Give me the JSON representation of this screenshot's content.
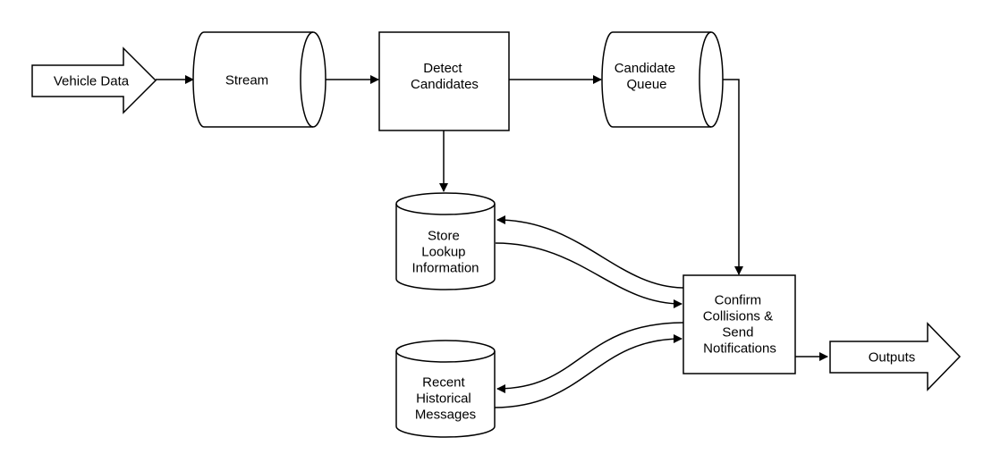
{
  "nodes": {
    "vehicle_data": {
      "label": [
        "Vehicle Data"
      ]
    },
    "stream": {
      "label": [
        "Stream"
      ]
    },
    "detect_candidates": {
      "label": [
        "Detect",
        "Candidates"
      ]
    },
    "candidate_queue": {
      "label": [
        "Candidate",
        "Queue"
      ]
    },
    "store_lookup": {
      "label": [
        "Store",
        "Lookup",
        "Information"
      ]
    },
    "confirm_collisions": {
      "label": [
        "Confirm",
        "Collisions &",
        "Send",
        "Notifications"
      ]
    },
    "recent_messages": {
      "label": [
        "Recent",
        "Historical",
        "Messages"
      ]
    },
    "outputs": {
      "label": [
        "Outputs"
      ]
    }
  },
  "edges": [
    {
      "from": "vehicle_data",
      "to": "stream"
    },
    {
      "from": "stream",
      "to": "detect_candidates"
    },
    {
      "from": "detect_candidates",
      "to": "candidate_queue"
    },
    {
      "from": "detect_candidates",
      "to": "store_lookup"
    },
    {
      "from": "candidate_queue",
      "to": "confirm_collisions"
    },
    {
      "from": "confirm_collisions",
      "to": "store_lookup"
    },
    {
      "from": "store_lookup",
      "to": "confirm_collisions"
    },
    {
      "from": "confirm_collisions",
      "to": "recent_messages"
    },
    {
      "from": "recent_messages",
      "to": "confirm_collisions"
    },
    {
      "from": "confirm_collisions",
      "to": "outputs"
    }
  ],
  "colors": {
    "stroke": "#000000",
    "fill": "#ffffff",
    "text": "#000000"
  }
}
